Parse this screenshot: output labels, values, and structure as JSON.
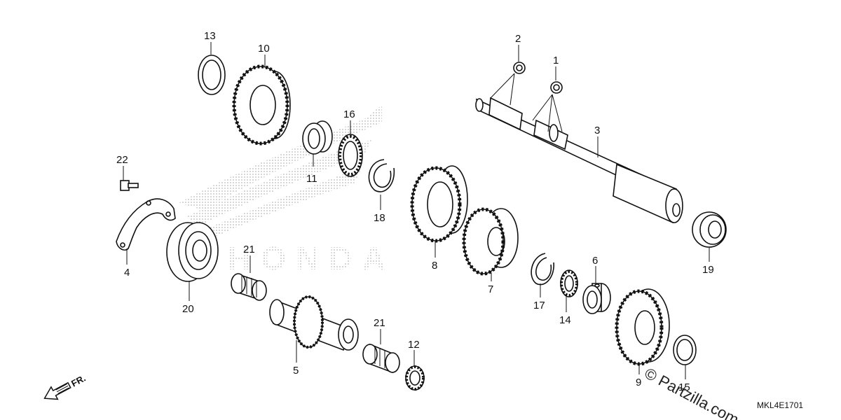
{
  "diagram": {
    "code": "MKL4E1701",
    "watermark": "© Partzilla.com",
    "direction_label": "FR.",
    "logo_text": "HONDA",
    "parts": [
      {
        "id": "p1",
        "label": "1"
      },
      {
        "id": "p2",
        "label": "2"
      },
      {
        "id": "p3",
        "label": "3"
      },
      {
        "id": "p4",
        "label": "4"
      },
      {
        "id": "p5",
        "label": "5"
      },
      {
        "id": "p6",
        "label": "6"
      },
      {
        "id": "p7",
        "label": "7"
      },
      {
        "id": "p8",
        "label": "8"
      },
      {
        "id": "p9",
        "label": "9"
      },
      {
        "id": "p10",
        "label": "10"
      },
      {
        "id": "p11",
        "label": "11"
      },
      {
        "id": "p12",
        "label": "12"
      },
      {
        "id": "p13",
        "label": "13"
      },
      {
        "id": "p14",
        "label": "14"
      },
      {
        "id": "p15",
        "label": "15"
      },
      {
        "id": "p16",
        "label": "16"
      },
      {
        "id": "p17",
        "label": "17"
      },
      {
        "id": "p18",
        "label": "18"
      },
      {
        "id": "p19",
        "label": "19"
      },
      {
        "id": "p20",
        "label": "20"
      },
      {
        "id": "p21a",
        "label": "21"
      },
      {
        "id": "p21b",
        "label": "21"
      },
      {
        "id": "p22",
        "label": "22"
      }
    ]
  }
}
